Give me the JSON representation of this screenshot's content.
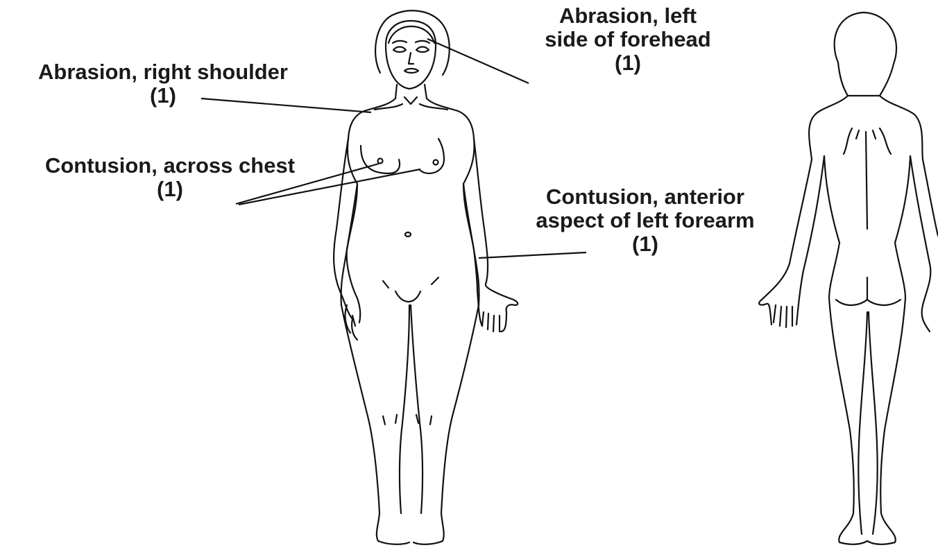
{
  "annotations": {
    "forehead": {
      "line1": "Abrasion, left",
      "line2": "side of forehead",
      "count": "(1)"
    },
    "shoulder": {
      "line1": "Abrasion, right shoulder",
      "count": "(1)"
    },
    "chest": {
      "line1": "Contusion, across chest",
      "count": "(1)"
    },
    "forearm": {
      "line1": "Contusion, anterior",
      "line2": "aspect of left forearm",
      "count": "(1)"
    }
  },
  "figures": [
    "anterior-body-outline",
    "posterior-body-outline"
  ],
  "colors": {
    "ink": "#111111",
    "background": "#ffffff"
  }
}
